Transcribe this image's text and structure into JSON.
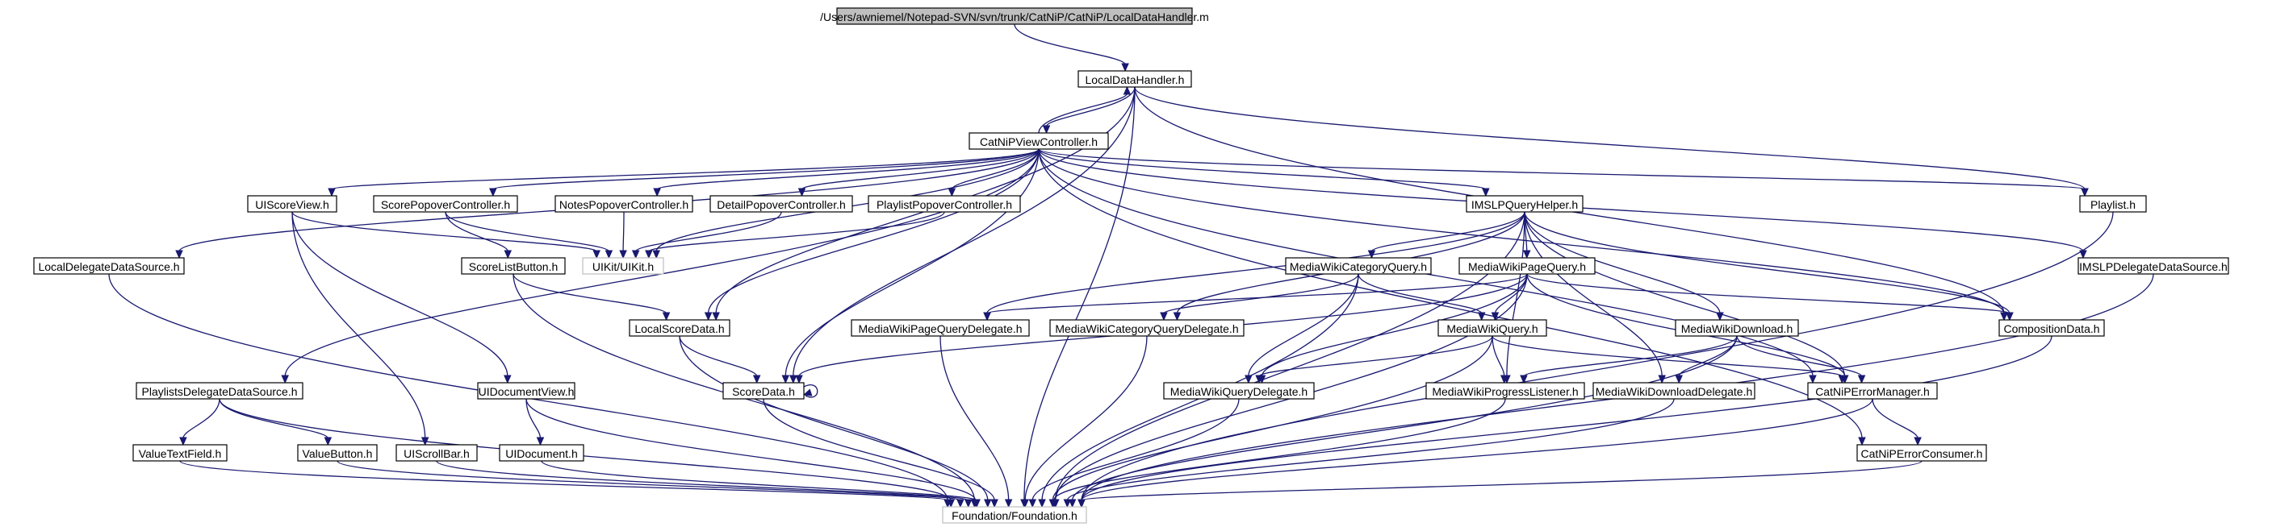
{
  "graph": {
    "title": "/Users/awniemel/Notepad-SVN/svn/trunk/CatNiP/CatNiP/LocalDataHandler.m",
    "edge_color": "#191970",
    "root_fill": "#bfbfbf",
    "nodes": [
      {
        "id": "root",
        "label": "/Users/awniemel/Notepad-SVN/svn/trunk/CatNiP/CatNiP/LocalDataHandler.m",
        "style": "root"
      },
      {
        "id": "ldh",
        "label": "LocalDataHandler.h"
      },
      {
        "id": "cvc",
        "label": "CatNiPViewController.h"
      },
      {
        "id": "usv",
        "label": "UIScoreView.h"
      },
      {
        "id": "spc",
        "label": "ScorePopoverController.h"
      },
      {
        "id": "npc",
        "label": "NotesPopoverController.h"
      },
      {
        "id": "dpc",
        "label": "DetailPopoverController.h"
      },
      {
        "id": "ppc",
        "label": "PlaylistPopoverController.h"
      },
      {
        "id": "iqh",
        "label": "IMSLPQueryHelper.h"
      },
      {
        "id": "pl",
        "label": "Playlist.h"
      },
      {
        "id": "uik",
        "label": "UIKit/UIKit.h",
        "style": "nodoc"
      },
      {
        "id": "slb",
        "label": "ScoreListButton.h"
      },
      {
        "id": "lds",
        "label": "LocalDelegateDataSource.h"
      },
      {
        "id": "mwcq",
        "label": "MediaWikiCategoryQuery.h"
      },
      {
        "id": "mwpq",
        "label": "MediaWikiPageQuery.h"
      },
      {
        "id": "imds",
        "label": "IMSLPDelegateDataSource.h"
      },
      {
        "id": "lsd",
        "label": "LocalScoreData.h"
      },
      {
        "id": "mwpqd",
        "label": "MediaWikiPageQueryDelegate.h"
      },
      {
        "id": "mwcqd",
        "label": "MediaWikiCategoryQueryDelegate.h"
      },
      {
        "id": "mwq",
        "label": "MediaWikiQuery.h"
      },
      {
        "id": "mwd",
        "label": "MediaWikiDownload.h"
      },
      {
        "id": "cd",
        "label": "CompositionData.h"
      },
      {
        "id": "pdds",
        "label": "PlaylistsDelegateDataSource.h"
      },
      {
        "id": "udv",
        "label": "UIDocumentView.h"
      },
      {
        "id": "sd",
        "label": "ScoreData.h"
      },
      {
        "id": "mwqd",
        "label": "MediaWikiQueryDelegate.h"
      },
      {
        "id": "mwpl",
        "label": "MediaWikiProgressListener.h"
      },
      {
        "id": "mwdd",
        "label": "MediaWikiDownloadDelegate.h"
      },
      {
        "id": "cem",
        "label": "CatNiPErrorManager.h"
      },
      {
        "id": "vtf",
        "label": "ValueTextField.h"
      },
      {
        "id": "vb",
        "label": "ValueButton.h"
      },
      {
        "id": "usb",
        "label": "UIScrollBar.h"
      },
      {
        "id": "ud",
        "label": "UIDocument.h"
      },
      {
        "id": "cec",
        "label": "CatNiPErrorConsumer.h"
      },
      {
        "id": "ff",
        "label": "Foundation/Foundation.h",
        "style": "nodoc"
      }
    ],
    "edges": [
      [
        "root",
        "ldh"
      ],
      [
        "ldh",
        "cvc"
      ],
      [
        "ldh",
        "pl"
      ],
      [
        "ldh",
        "cd"
      ],
      [
        "ldh",
        "lsd"
      ],
      [
        "ldh",
        "sd"
      ],
      [
        "ldh",
        "ff"
      ],
      [
        "cvc",
        "ldh"
      ],
      [
        "cvc",
        "usv"
      ],
      [
        "cvc",
        "spc"
      ],
      [
        "cvc",
        "npc"
      ],
      [
        "cvc",
        "dpc"
      ],
      [
        "cvc",
        "ppc"
      ],
      [
        "cvc",
        "iqh"
      ],
      [
        "cvc",
        "pl"
      ],
      [
        "cvc",
        "uik"
      ],
      [
        "cvc",
        "lds"
      ],
      [
        "cvc",
        "pdds"
      ],
      [
        "cvc",
        "imds"
      ],
      [
        "cvc",
        "lsd"
      ],
      [
        "cvc",
        "sd"
      ],
      [
        "cvc",
        "cd"
      ],
      [
        "cvc",
        "cem"
      ],
      [
        "cvc",
        "cec"
      ],
      [
        "usv",
        "uik"
      ],
      [
        "usv",
        "udv"
      ],
      [
        "usv",
        "usb"
      ],
      [
        "spc",
        "uik"
      ],
      [
        "spc",
        "slb"
      ],
      [
        "npc",
        "uik"
      ],
      [
        "dpc",
        "uik"
      ],
      [
        "ppc",
        "uik"
      ],
      [
        "slb",
        "lsd"
      ],
      [
        "slb",
        "ff"
      ],
      [
        "iqh",
        "mwcq"
      ],
      [
        "iqh",
        "mwpq"
      ],
      [
        "iqh",
        "mwd"
      ],
      [
        "iqh",
        "mwpqd"
      ],
      [
        "iqh",
        "mwcqd"
      ],
      [
        "iqh",
        "mwdd"
      ],
      [
        "iqh",
        "mwpl"
      ],
      [
        "iqh",
        "cem"
      ],
      [
        "iqh",
        "cd"
      ],
      [
        "iqh",
        "ff"
      ],
      [
        "mwcq",
        "mwq"
      ],
      [
        "mwcq",
        "mwcqd"
      ],
      [
        "mwcq",
        "mwqd"
      ],
      [
        "mwcq",
        "ff"
      ],
      [
        "mwpq",
        "mwq"
      ],
      [
        "mwpq",
        "mwpqd"
      ],
      [
        "mwpq",
        "mwqd"
      ],
      [
        "mwpq",
        "cd"
      ],
      [
        "mwpq",
        "sd"
      ],
      [
        "mwpq",
        "cem"
      ],
      [
        "mwpq",
        "ff"
      ],
      [
        "mwq",
        "mwqd"
      ],
      [
        "mwq",
        "mwpl"
      ],
      [
        "mwq",
        "cem"
      ],
      [
        "mwq",
        "ff"
      ],
      [
        "mwd",
        "mwdd"
      ],
      [
        "mwd",
        "mwpl"
      ],
      [
        "mwd",
        "cem"
      ],
      [
        "mwd",
        "ff"
      ],
      [
        "lsd",
        "sd"
      ],
      [
        "lsd",
        "ff"
      ],
      [
        "sd",
        "sd"
      ],
      [
        "sd",
        "ff"
      ],
      [
        "lds",
        "ff"
      ],
      [
        "pdds",
        "vtf"
      ],
      [
        "pdds",
        "vb"
      ],
      [
        "pdds",
        "ff"
      ],
      [
        "udv",
        "ud"
      ],
      [
        "udv",
        "ff"
      ],
      [
        "usb",
        "ff"
      ],
      [
        "ud",
        "ff"
      ],
      [
        "vtf",
        "ff"
      ],
      [
        "vb",
        "ff"
      ],
      [
        "mwpqd",
        "ff"
      ],
      [
        "mwcqd",
        "ff"
      ],
      [
        "mwqd",
        "ff"
      ],
      [
        "mwpl",
        "ff"
      ],
      [
        "mwdd",
        "ff"
      ],
      [
        "cem",
        "cec"
      ],
      [
        "cem",
        "ff"
      ],
      [
        "cec",
        "ff"
      ],
      [
        "cd",
        "ff"
      ],
      [
        "pl",
        "ff"
      ],
      [
        "imds",
        "ff"
      ]
    ]
  }
}
